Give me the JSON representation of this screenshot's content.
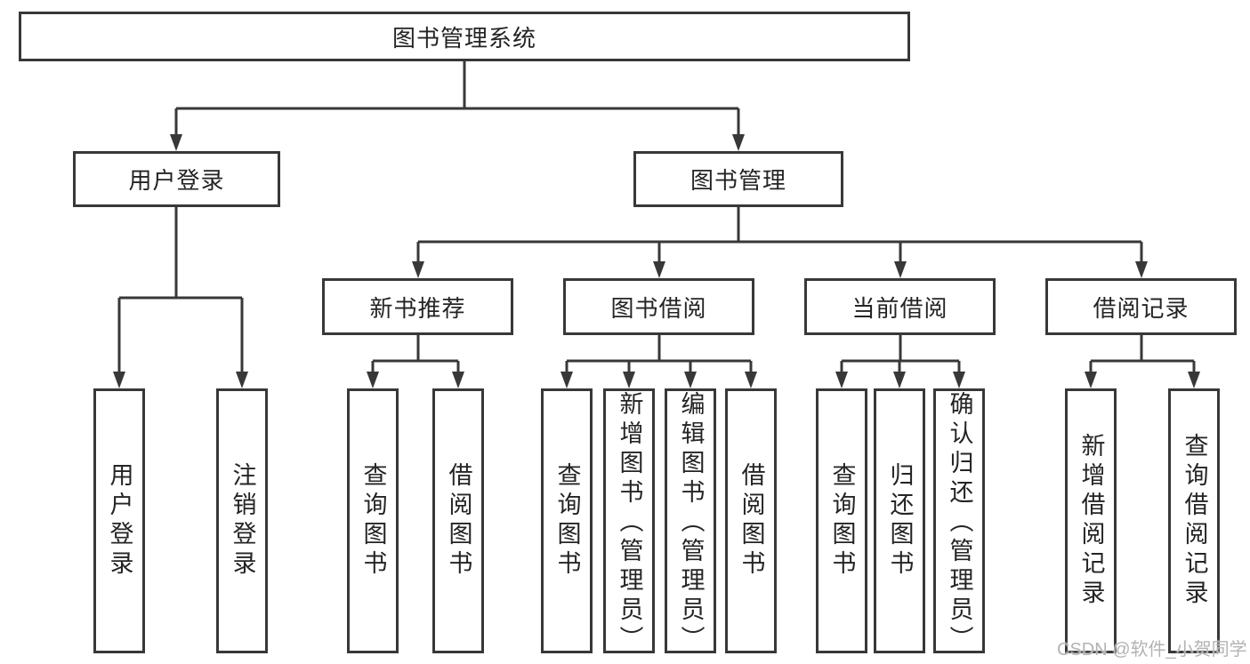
{
  "diagram": {
    "type": "function-structure-tree",
    "colors": {
      "background": "#ffffff",
      "box_border": "#383838",
      "connector_line": "#383838",
      "text": "#242424",
      "watermark_text": "#b3b3b3"
    },
    "tree": {
      "root": {
        "label": "图书管理系统",
        "children": [
          {
            "label": "用户登录",
            "children": [
              {
                "label": "用户登录"
              },
              {
                "label": "注销登录"
              }
            ]
          },
          {
            "label": "图书管理",
            "children": [
              {
                "label": "新书推荐",
                "children": [
                  {
                    "label": "查询图书"
                  },
                  {
                    "label": "借阅图书"
                  }
                ]
              },
              {
                "label": "图书借阅",
                "children": [
                  {
                    "label": "查询图书"
                  },
                  {
                    "label": "新增图书（管理员）"
                  },
                  {
                    "label": "编辑图书（管理员）"
                  },
                  {
                    "label": "借阅图书"
                  }
                ]
              },
              {
                "label": "当前借阅",
                "children": [
                  {
                    "label": "查询图书"
                  },
                  {
                    "label": "归还图书"
                  },
                  {
                    "label": "确认归还（管理员）"
                  }
                ]
              },
              {
                "label": "借阅记录",
                "children": [
                  {
                    "label": "新增借阅记录"
                  },
                  {
                    "label": "查询借阅记录"
                  }
                ]
              }
            ]
          }
        ]
      }
    },
    "watermark": "CSDN @软件_小贺同学"
  }
}
